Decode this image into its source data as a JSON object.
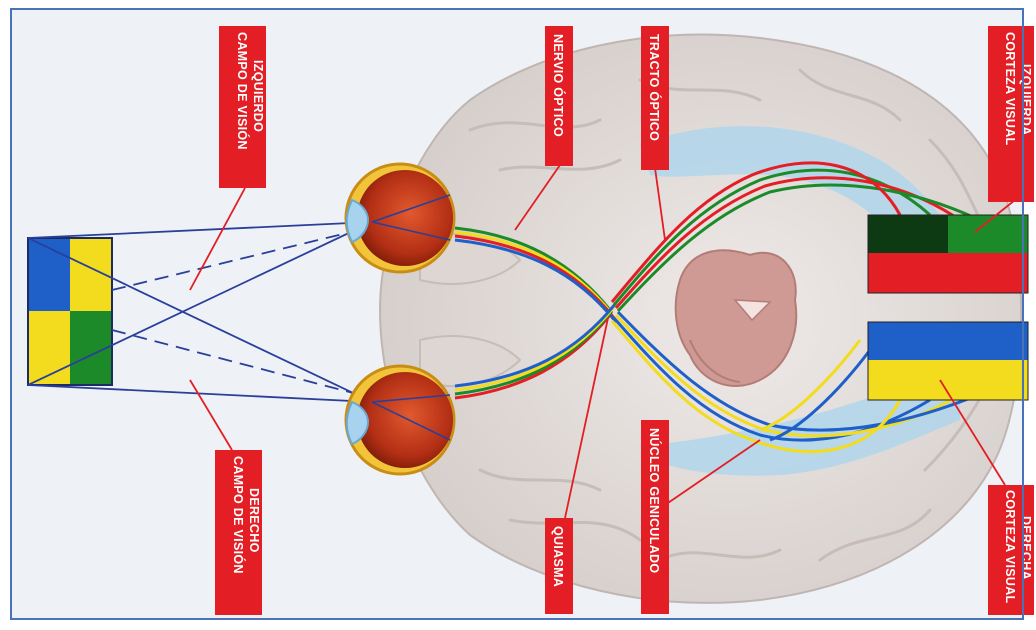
{
  "labels": {
    "left_field": [
      "CAMPO DE VISIÓN",
      "IZQUIERDO"
    ],
    "right_field": [
      "CAMPO DE VISIÓN",
      "DERECHO"
    ],
    "optic_nerve": "NERVIO ÓPTICO",
    "optic_tract": "TRACTO ÓPTICO",
    "chiasm": "QUIASMA",
    "geniculate": "NÚCLEO GENICULADO",
    "left_cortex": [
      "CORTEZA VISUAL",
      "IZQUIERDA"
    ],
    "right_cortex": [
      "CORTEZA VISUAL",
      "DERECHA"
    ]
  },
  "colors": {
    "label_red": "#e31e24",
    "blue": "#1f5fc8",
    "yellow": "#f2dc1d",
    "green": "#1d8a2a",
    "dark_green": "#0d3a12",
    "red": "#e31e24",
    "brain": "#e4dfdc",
    "eye": "#c0391b",
    "frame": "#4a72b8"
  },
  "icons": [
    "brain-illustration",
    "eye-icon",
    "visual-field-square",
    "cortex-color-block"
  ]
}
